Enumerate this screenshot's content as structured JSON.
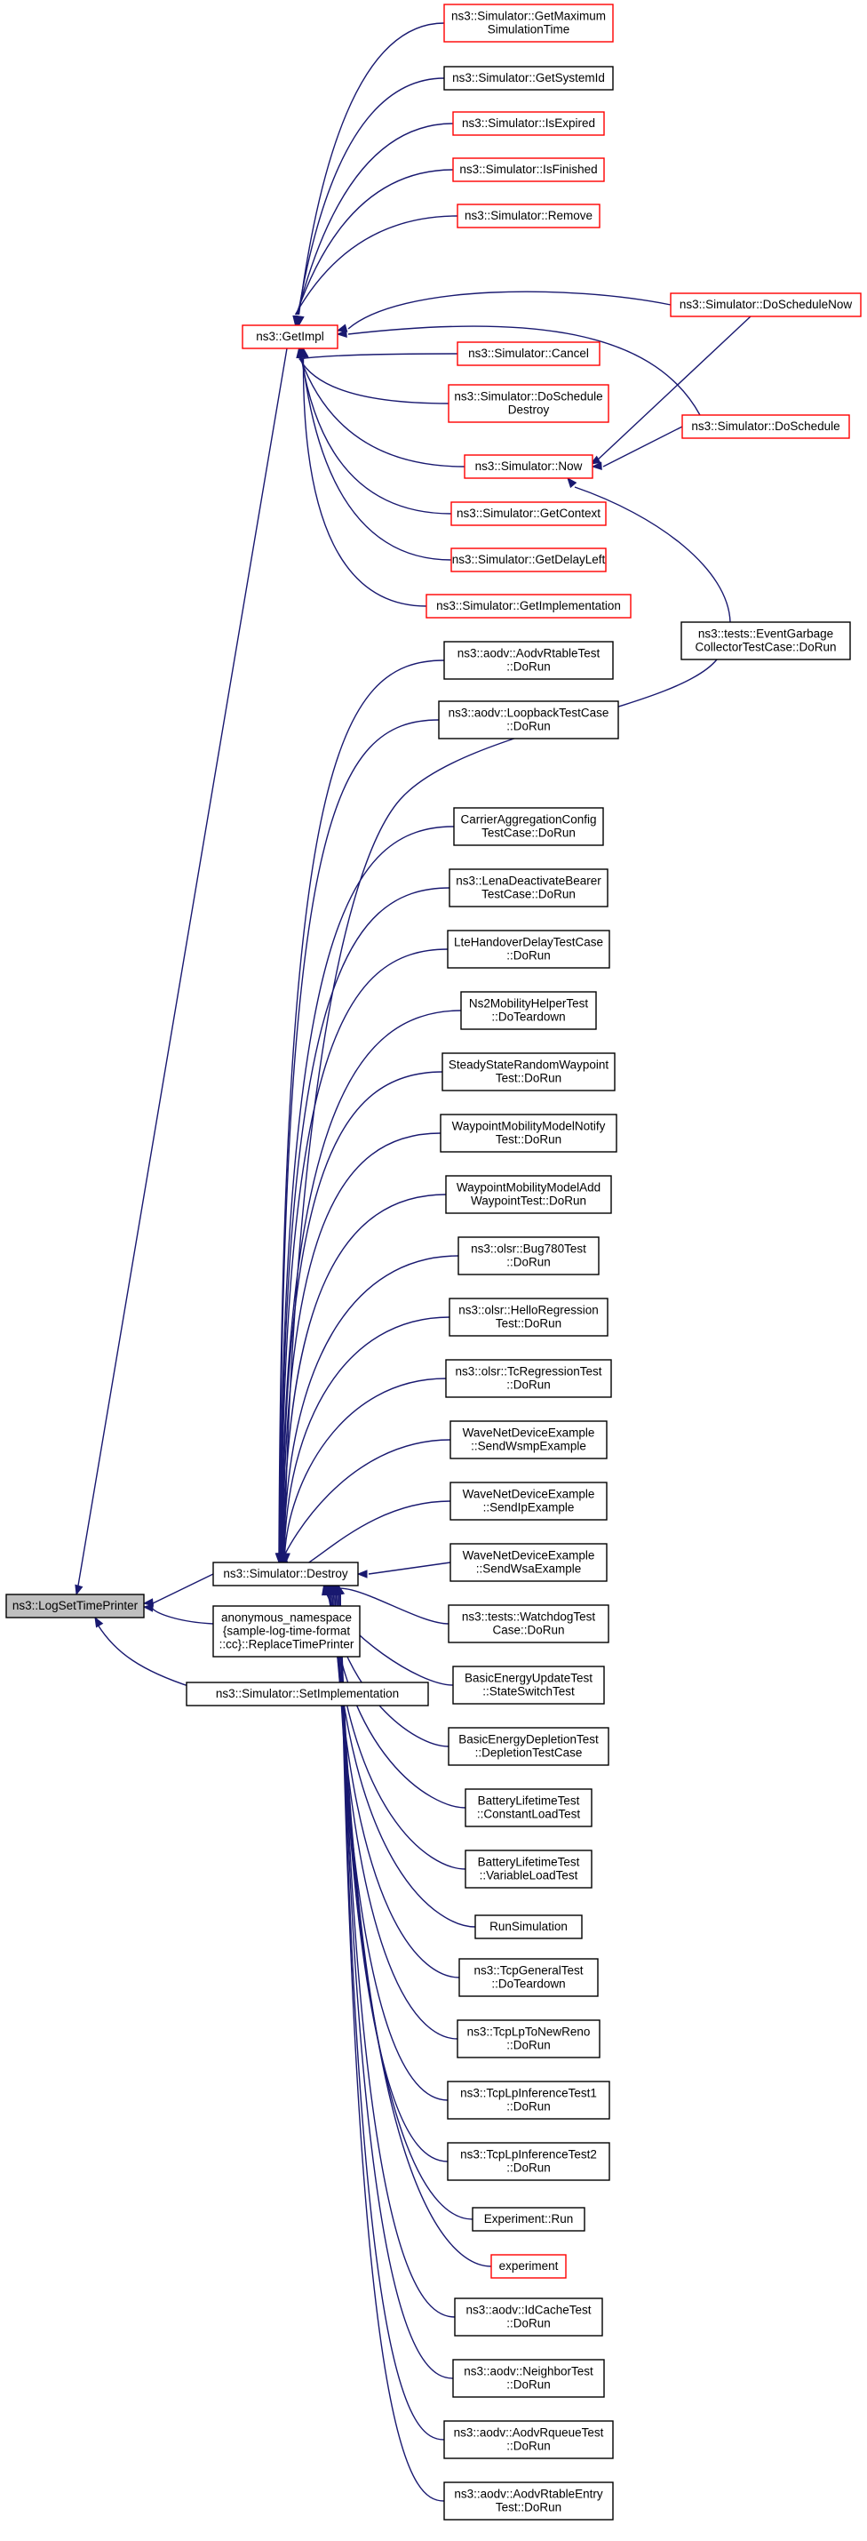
{
  "diagram": {
    "colors": {
      "edge": "#191970",
      "border_default": "#000000",
      "border_truncated": "#ff0000",
      "root_fill": "#bfbfbf"
    },
    "nodes": [
      {
        "id": "logset",
        "lines": [
          "ns3::LogSetTimePrinter"
        ],
        "style": "root"
      },
      {
        "id": "destroy",
        "lines": [
          "ns3::Simulator::Destroy"
        ],
        "style": "normal"
      },
      {
        "id": "replace",
        "lines": [
          "anonymous_namespace",
          "{sample-log-time-format",
          "::cc}::ReplaceTimePrinter"
        ],
        "style": "normal"
      },
      {
        "id": "setimpl",
        "lines": [
          "ns3::Simulator::SetImplementation"
        ],
        "style": "normal"
      },
      {
        "id": "getimpl",
        "lines": [
          "ns3::GetImpl"
        ],
        "style": "red"
      },
      {
        "id": "getmax",
        "lines": [
          "ns3::Simulator::GetMaximum",
          "SimulationTime"
        ],
        "style": "red"
      },
      {
        "id": "getsysid",
        "lines": [
          "ns3::Simulator::GetSystemId"
        ],
        "style": "normal"
      },
      {
        "id": "isexpired",
        "lines": [
          "ns3::Simulator::IsExpired"
        ],
        "style": "red"
      },
      {
        "id": "isfinished",
        "lines": [
          "ns3::Simulator::IsFinished"
        ],
        "style": "red"
      },
      {
        "id": "remove",
        "lines": [
          "ns3::Simulator::Remove"
        ],
        "style": "red"
      },
      {
        "id": "cancel",
        "lines": [
          "ns3::Simulator::Cancel"
        ],
        "style": "red"
      },
      {
        "id": "doschedestroy",
        "lines": [
          "ns3::Simulator::DoSchedule",
          "Destroy"
        ],
        "style": "red"
      },
      {
        "id": "now",
        "lines": [
          "ns3::Simulator::Now"
        ],
        "style": "red"
      },
      {
        "id": "getcontext",
        "lines": [
          "ns3::Simulator::GetContext"
        ],
        "style": "red"
      },
      {
        "id": "getdelayleft",
        "lines": [
          "ns3::Simulator::GetDelayLeft"
        ],
        "style": "red"
      },
      {
        "id": "getimplementation",
        "lines": [
          "ns3::Simulator::GetImplementation"
        ],
        "style": "red"
      },
      {
        "id": "doschednow",
        "lines": [
          "ns3::Simulator::DoScheduleNow"
        ],
        "style": "red"
      },
      {
        "id": "dosched",
        "lines": [
          "ns3::Simulator::DoSchedule"
        ],
        "style": "red"
      },
      {
        "id": "eventgarbage",
        "lines": [
          "ns3::tests::EventGarbage",
          "CollectorTestCase::DoRun"
        ],
        "style": "normal"
      },
      {
        "id": "c01",
        "lines": [
          "ns3::aodv::AodvRtableTest",
          "::DoRun"
        ],
        "style": "normal"
      },
      {
        "id": "c02",
        "lines": [
          "ns3::aodv::LoopbackTestCase",
          "::DoRun"
        ],
        "style": "normal"
      },
      {
        "id": "c03",
        "lines": [
          "CarrierAggregationConfig",
          "TestCase::DoRun"
        ],
        "style": "normal"
      },
      {
        "id": "c04",
        "lines": [
          "ns3::LenaDeactivateBearer",
          "TestCase::DoRun"
        ],
        "style": "normal"
      },
      {
        "id": "c05",
        "lines": [
          "LteHandoverDelayTestCase",
          "::DoRun"
        ],
        "style": "normal"
      },
      {
        "id": "c06",
        "lines": [
          "Ns2MobilityHelperTest",
          "::DoTeardown"
        ],
        "style": "normal"
      },
      {
        "id": "c07",
        "lines": [
          "SteadyStateRandomWaypoint",
          "Test::DoRun"
        ],
        "style": "normal"
      },
      {
        "id": "c08",
        "lines": [
          "WaypointMobilityModelNotify",
          "Test::DoRun"
        ],
        "style": "normal"
      },
      {
        "id": "c09",
        "lines": [
          "WaypointMobilityModelAdd",
          "WaypointTest::DoRun"
        ],
        "style": "normal"
      },
      {
        "id": "c10",
        "lines": [
          "ns3::olsr::Bug780Test",
          "::DoRun"
        ],
        "style": "normal"
      },
      {
        "id": "c11",
        "lines": [
          "ns3::olsr::HelloRegression",
          "Test::DoRun"
        ],
        "style": "normal"
      },
      {
        "id": "c12",
        "lines": [
          "ns3::olsr::TcRegressionTest",
          "::DoRun"
        ],
        "style": "normal"
      },
      {
        "id": "c13",
        "lines": [
          "WaveNetDeviceExample",
          "::SendWsmpExample"
        ],
        "style": "normal"
      },
      {
        "id": "c14",
        "lines": [
          "WaveNetDeviceExample",
          "::SendIpExample"
        ],
        "style": "normal"
      },
      {
        "id": "c15",
        "lines": [
          "WaveNetDeviceExample",
          "::SendWsaExample"
        ],
        "style": "normal"
      },
      {
        "id": "c16",
        "lines": [
          "ns3::tests::WatchdogTest",
          "Case::DoRun"
        ],
        "style": "normal"
      },
      {
        "id": "c17",
        "lines": [
          "BasicEnergyUpdateTest",
          "::StateSwitchTest"
        ],
        "style": "normal"
      },
      {
        "id": "c18",
        "lines": [
          "BasicEnergyDepletionTest",
          "::DepletionTestCase"
        ],
        "style": "normal"
      },
      {
        "id": "c19",
        "lines": [
          "BatteryLifetimeTest",
          "::ConstantLoadTest"
        ],
        "style": "normal"
      },
      {
        "id": "c20",
        "lines": [
          "BatteryLifetimeTest",
          "::VariableLoadTest"
        ],
        "style": "normal"
      },
      {
        "id": "c21",
        "lines": [
          "RunSimulation"
        ],
        "style": "normal"
      },
      {
        "id": "c22",
        "lines": [
          "ns3::TcpGeneralTest",
          "::DoTeardown"
        ],
        "style": "normal"
      },
      {
        "id": "c23",
        "lines": [
          "ns3::TcpLpToNewReno",
          "::DoRun"
        ],
        "style": "normal"
      },
      {
        "id": "c24",
        "lines": [
          "ns3::TcpLpInferenceTest1",
          "::DoRun"
        ],
        "style": "normal"
      },
      {
        "id": "c25",
        "lines": [
          "ns3::TcpLpInferenceTest2",
          "::DoRun"
        ],
        "style": "normal"
      },
      {
        "id": "c26",
        "lines": [
          "Experiment::Run"
        ],
        "style": "normal"
      },
      {
        "id": "c27",
        "lines": [
          "experiment"
        ],
        "style": "red"
      },
      {
        "id": "c28",
        "lines": [
          "ns3::aodv::IdCacheTest",
          "::DoRun"
        ],
        "style": "normal"
      },
      {
        "id": "c29",
        "lines": [
          "ns3::aodv::NeighborTest",
          "::DoRun"
        ],
        "style": "normal"
      },
      {
        "id": "c30",
        "lines": [
          "ns3::aodv::AodvRqueueTest",
          "::DoRun"
        ],
        "style": "normal"
      },
      {
        "id": "c31",
        "lines": [
          "ns3::aodv::AodvRtableEntry",
          "Test::DoRun"
        ],
        "style": "normal"
      }
    ]
  }
}
